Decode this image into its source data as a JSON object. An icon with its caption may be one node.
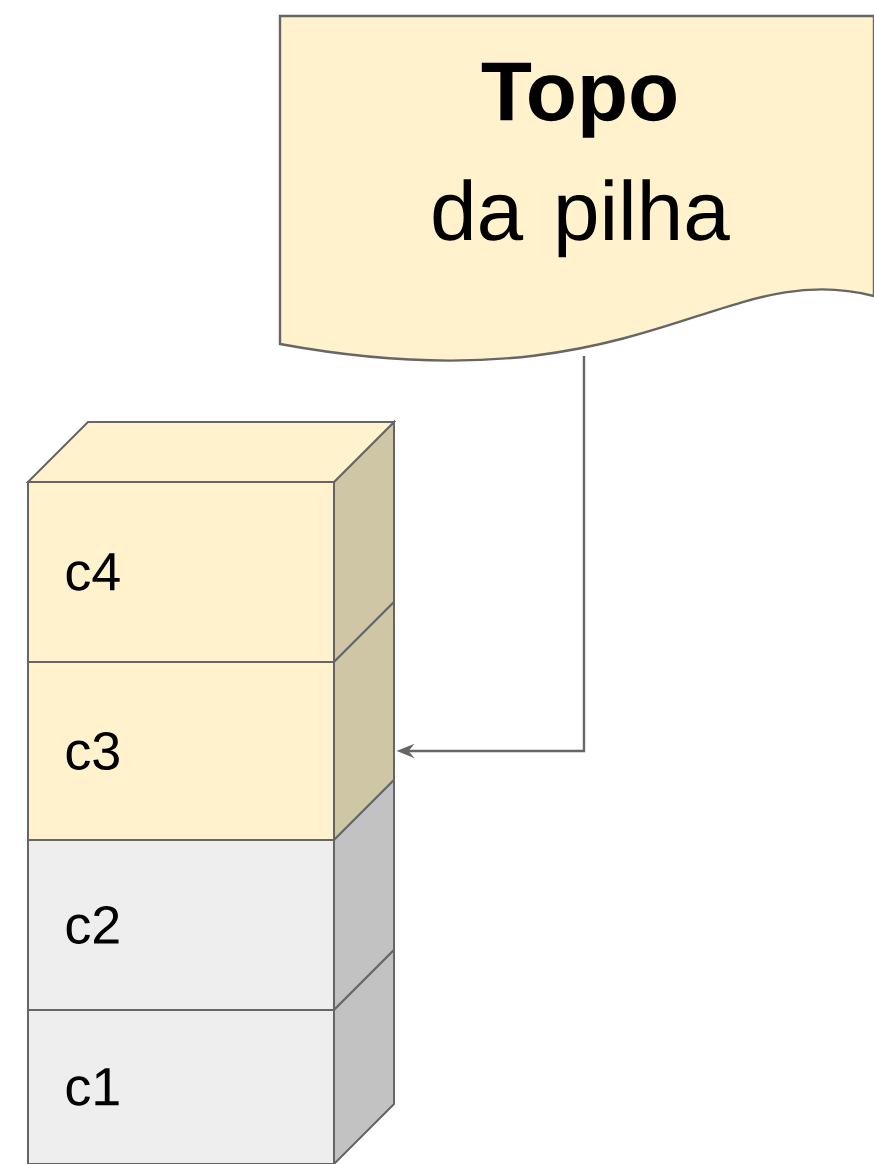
{
  "diagram": {
    "nodes": [
      {
        "text": [
          "**Topo** da pilha"
        ]
      },
      {
        "text": [
          "c4"
        ]
      },
      {
        "text": [
          "c3"
        ]
      },
      {
        "text": [
          "c2"
        ]
      },
      {
        "text": [
          "c1"
        ]
      }
    ],
    "edges": [
      {
        "from": 0,
        "to": 2,
        "arrow": "to"
      }
    ]
  }
}
